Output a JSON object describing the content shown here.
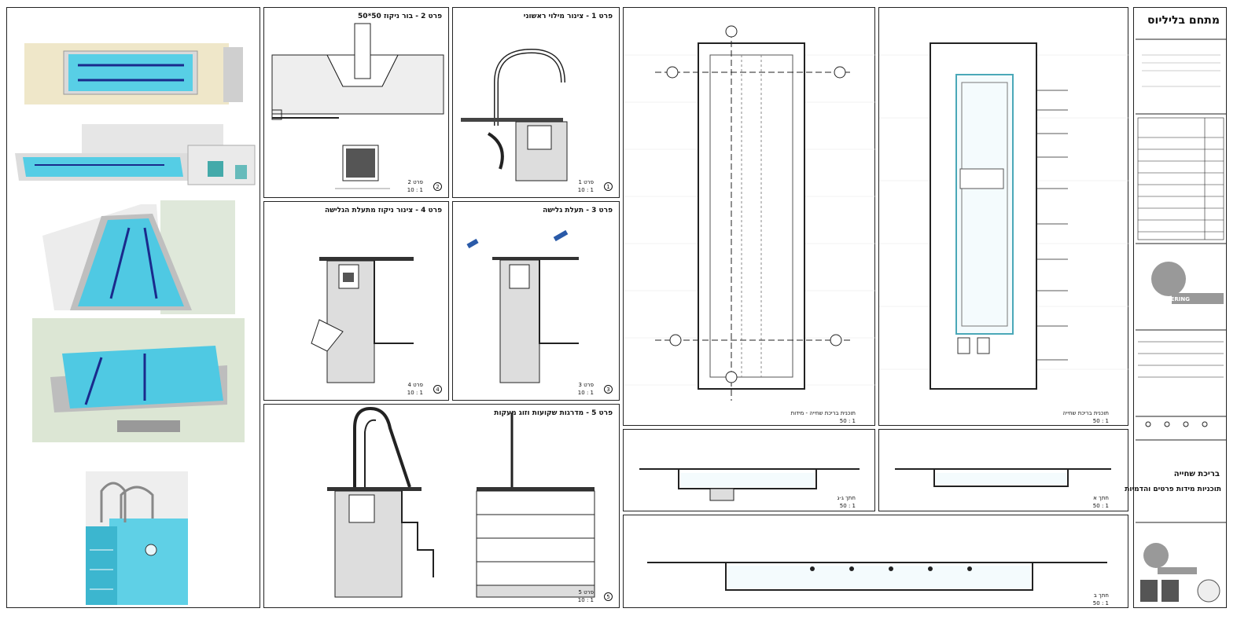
{
  "project": {
    "title": "מתחם בליליוס",
    "drawing_name": "בריכת שחייה",
    "drawing_subtitle": "תוכניות מידות פרטים והדמיות",
    "company": "ENGINEERING"
  },
  "details": [
    {
      "id": "d2",
      "title": "פרט 2 - בור ניקוז 50*50",
      "label": "פרט 2",
      "scale": "1 : 10",
      "num": "2"
    },
    {
      "id": "d1",
      "title": "פרט 1 - צינור מילוי ראשוני",
      "label": "פרט 1",
      "scale": "1 : 10",
      "num": "1"
    },
    {
      "id": "d4",
      "title": "פרט 4 - צינור ניקוז מתעלת הגלישה",
      "label": "פרט 4",
      "scale": "1 : 10",
      "num": "4"
    },
    {
      "id": "d3",
      "title": "פרט 3 - תעלת גלישה",
      "label": "פרט 3",
      "scale": "1 : 10",
      "num": "3"
    },
    {
      "id": "d5",
      "title": "פרט 5 - מדרגות שקועות וזוג מעקות",
      "label": "פרט 5",
      "scale": "1 : 10",
      "num": "5"
    }
  ],
  "plans": [
    {
      "id": "p_dim",
      "title": "תוכנית בריכת שחייה - מידות",
      "scale": "1 : 50"
    },
    {
      "id": "p_main",
      "title": "תוכנית בריכת שחייה",
      "scale": "1 : 50"
    }
  ],
  "sections": [
    {
      "id": "s_c",
      "label": "חתך ג-ג",
      "scale": "1 : 50"
    },
    {
      "id": "s_a",
      "label": "חתך א",
      "scale": "1 : 50"
    },
    {
      "id": "s_b",
      "label": "חתך ב",
      "scale": "1 : 50"
    }
  ]
}
